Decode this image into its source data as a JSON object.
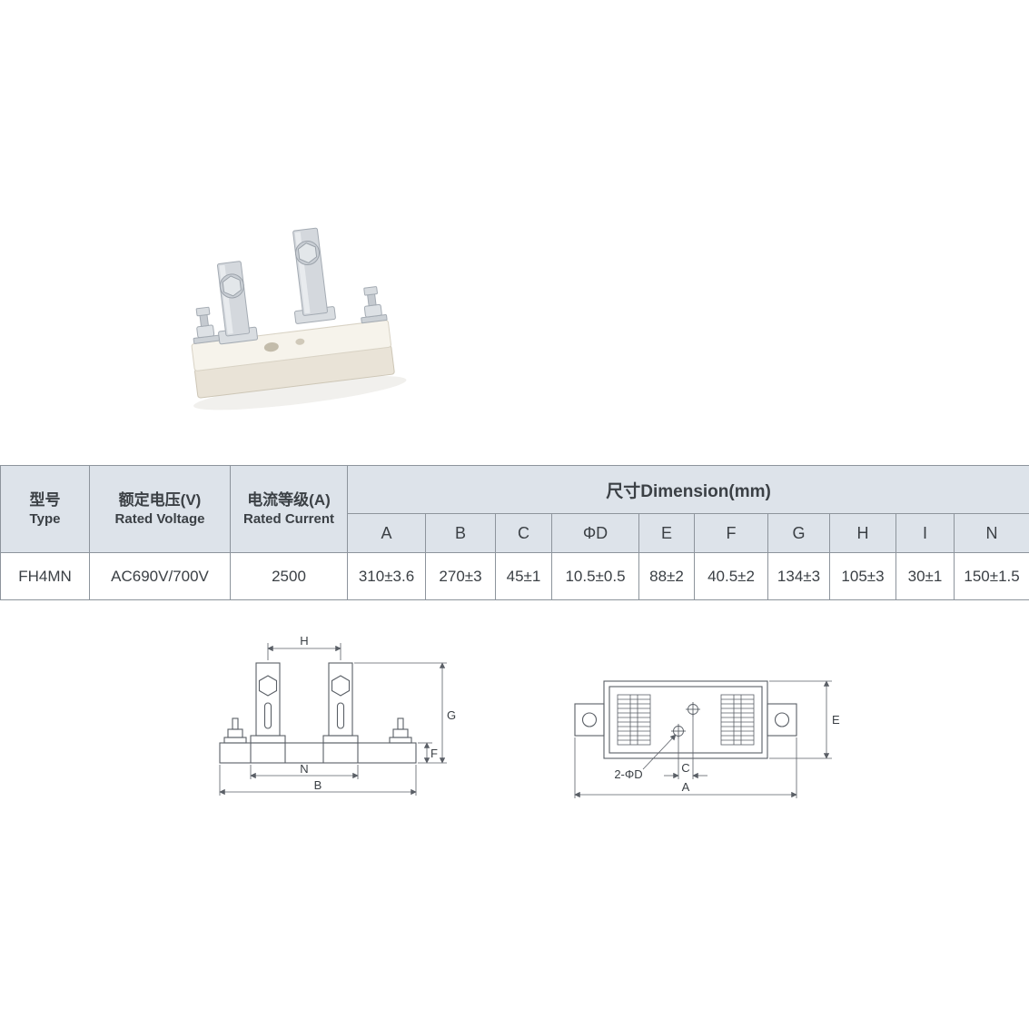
{
  "table": {
    "headers": {
      "type_cn": "型号",
      "type_en": "Type",
      "voltage_cn": "额定电压(V)",
      "voltage_en": "Rated Voltage",
      "current_cn": "电流等级(A)",
      "current_en": "Rated Current",
      "dimension": "尺寸Dimension(mm)",
      "dims": [
        "A",
        "B",
        "C",
        "ΦD",
        "E",
        "F",
        "G",
        "H",
        "I",
        "N"
      ]
    },
    "row": {
      "type": "FH4MN",
      "voltage": "AC690V/700V",
      "current": "2500",
      "values": [
        "310±3.6",
        "270±3",
        "45±1",
        "10.5±0.5",
        "88±2",
        "40.5±2",
        "134±3",
        "105±3",
        "30±1",
        "150±1.5"
      ]
    }
  },
  "drawings": {
    "front": {
      "h": "H",
      "g": "G",
      "f": "F",
      "n": "N",
      "b": "B"
    },
    "top": {
      "e": "E",
      "c": "C",
      "a": "A",
      "holes": "2-ΦD"
    }
  },
  "colors": {
    "table_header_bg": "#dde3ea",
    "table_border": "#8d949c",
    "text": "#3b4045",
    "drawing_line": "#5a5f66"
  }
}
